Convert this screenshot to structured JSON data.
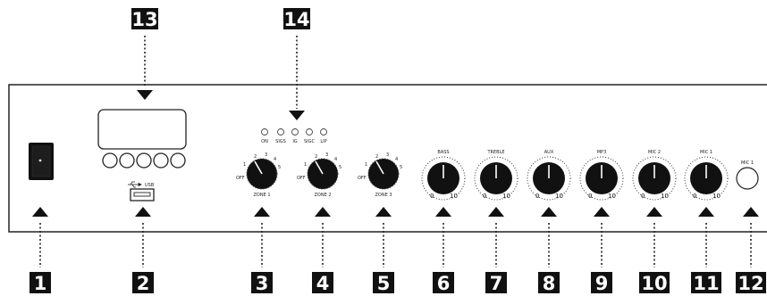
{
  "callouts": [
    "1",
    "2",
    "3",
    "4",
    "5",
    "6",
    "7",
    "8",
    "9",
    "10",
    "11",
    "12",
    "13",
    "14"
  ],
  "usb": {
    "label": "USB"
  },
  "leds": [
    "ON",
    "SIGS",
    "IG",
    "SIGC",
    "LIP"
  ],
  "zone_knobs": [
    {
      "label": "ZONE 1",
      "off": "OFF",
      "scale": [
        "1",
        "2",
        "3",
        "4",
        "5"
      ]
    },
    {
      "label": "ZONE 2",
      "off": "OFF",
      "scale": [
        "1",
        "2",
        "3",
        "4",
        "5"
      ]
    },
    {
      "label": "ZONE 3",
      "off": "OFF",
      "scale": [
        "1",
        "2",
        "3",
        "4",
        "5"
      ]
    }
  ],
  "tone_knobs": [
    {
      "label": "BASS",
      "min": "0",
      "max": "10"
    },
    {
      "label": "TREBLE",
      "min": "0",
      "max": "10"
    },
    {
      "label": "AUX",
      "min": "0",
      "max": "10"
    },
    {
      "label": "MP3",
      "min": "0",
      "max": "10"
    },
    {
      "label": "MIC 2",
      "min": "0",
      "max": "10"
    },
    {
      "label": "MIC 1",
      "min": "0",
      "max": "10"
    }
  ],
  "mic_jack": {
    "label": "MIC 1"
  }
}
